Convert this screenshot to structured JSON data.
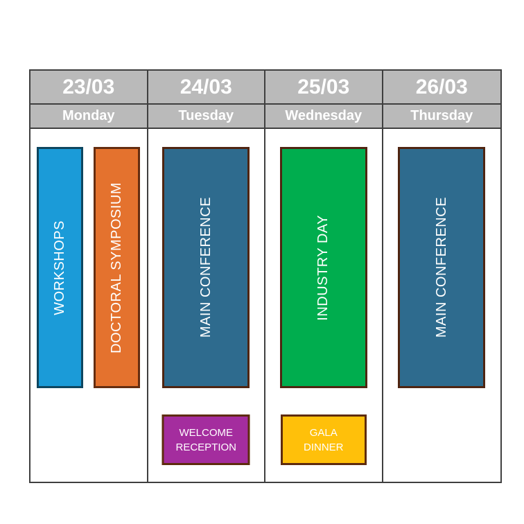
{
  "schedule": {
    "colors": {
      "header_bg": "#bababa",
      "header_text": "#ffffff",
      "grid_line": "#3f3f3f",
      "block_text": "#ffffff"
    },
    "columns": [
      {
        "date": "23/03",
        "day": "Monday",
        "blocks": [
          {
            "label": "WORKSHOPS",
            "fill": "#1b9bd8",
            "border": "#0e465f"
          },
          {
            "label": "DOCTORAL SYMPOSIUM",
            "fill": "#e4722e",
            "border": "#642d10"
          }
        ]
      },
      {
        "date": "24/03",
        "day": "Tuesday",
        "blocks": [
          {
            "label": "MAIN CONFERENCE",
            "fill": "#2e6b8e",
            "border": "#4f2511"
          }
        ],
        "evening": {
          "label": "WELCOME RECEPTION",
          "lines": [
            "WELCOME",
            "RECEPTION"
          ],
          "fill": "#a42d9e",
          "border": "#5e2b0e"
        }
      },
      {
        "date": "25/03",
        "day": "Wednesday",
        "blocks": [
          {
            "label": "INDUSTRY DAY",
            "fill": "#00ad4e",
            "border": "#4f2511"
          }
        ],
        "evening": {
          "label": "GALA DINNER",
          "lines": [
            "GALA",
            "DINNER"
          ],
          "fill": "#ffc00a",
          "border": "#5e2b0e"
        }
      },
      {
        "date": "26/03",
        "day": "Thursday",
        "blocks": [
          {
            "label": "MAIN CONFERENCE",
            "fill": "#2e6b8e",
            "border": "#4f2511"
          }
        ]
      }
    ]
  }
}
